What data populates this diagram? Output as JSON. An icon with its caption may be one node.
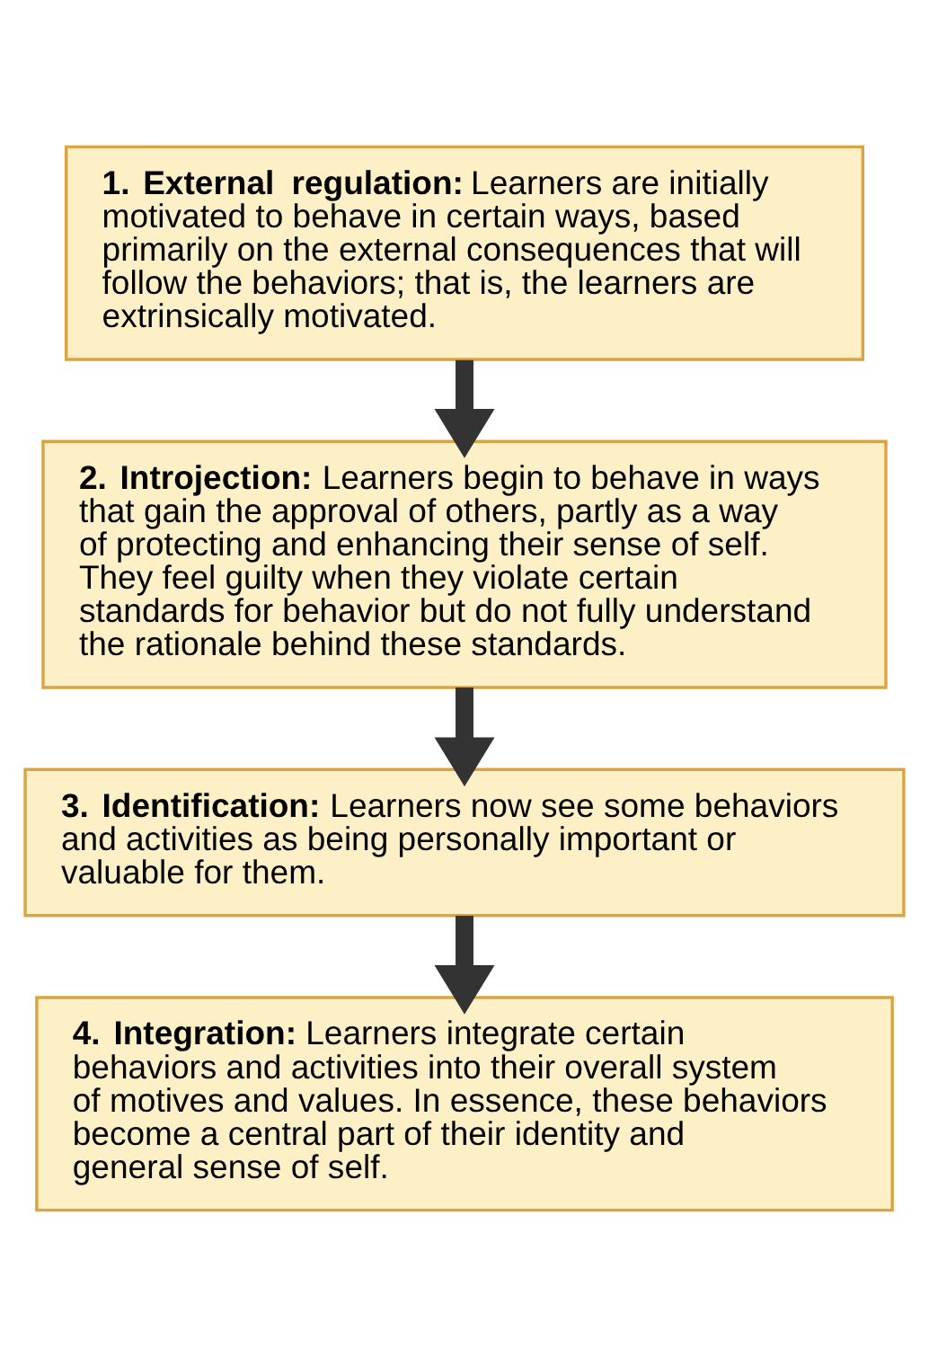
{
  "diagram": {
    "nodes": [
      {
        "text": [
          "1. External regulation:",
          "Learners are initially motivated to behave in certain ways, based primarily on the external consequences that will follow the behaviors; that is, the learners are extrinsically motivated."
        ]
      },
      {
        "text": [
          "2. Introjection:",
          "Learners begin to behave in ways that gain the approval of others, partly as a way of protecting and enhancing their sense of self. They feel guilty when they violate certain standards for behavior but do not fully understand the rationale behind these standards."
        ]
      },
      {
        "text": [
          "3. Identification:",
          "Learners now see some behaviors and activities as being personally important or valuable for them."
        ]
      },
      {
        "text": [
          "4. Integration:",
          "Learners integrate certain behaviors and activities into their overall system of motives and values. In essence, these behaviors become a central part of their identity and general sense of self."
        ]
      }
    ],
    "edges": [
      {
        "from": 0,
        "to": 1,
        "arrow": "to"
      },
      {
        "from": 1,
        "to": 2,
        "arrow": "to"
      },
      {
        "from": 2,
        "to": 3,
        "arrow": "to"
      }
    ]
  }
}
